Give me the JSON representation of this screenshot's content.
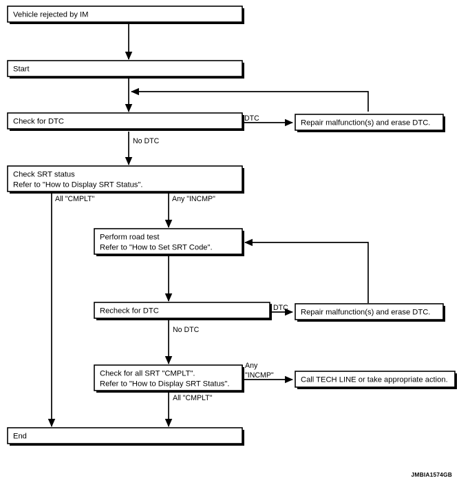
{
  "figure": {
    "id_label": "JMBIA1574GB",
    "background_color": "#ffffff",
    "line_color": "#000000"
  },
  "nodes": {
    "vehicle_rejected": {
      "line1": "Vehicle rejected by IM"
    },
    "start": {
      "line1": "Start"
    },
    "check_dtc": {
      "line1": "Check for DTC"
    },
    "repair_1": {
      "line1": "Repair malfunction(s) and erase DTC."
    },
    "check_srt_status": {
      "line1": "Check SRT status",
      "line2": "Refer to \"How to Display SRT Status\"."
    },
    "perform_road_test": {
      "line1": "Perform road test",
      "line2": "Refer to \"How to Set SRT Code\"."
    },
    "recheck_dtc": {
      "line1": "Recheck for DTC"
    },
    "repair_2": {
      "line1": "Repair malfunction(s) and erase DTC."
    },
    "check_all_srt": {
      "line1": "Check for all SRT \"CMPLT\".",
      "line2": "Refer to \"How to Display SRT Status\"."
    },
    "call_tech_line": {
      "line1": "Call TECH LINE or take appropriate action."
    },
    "end": {
      "line1": "End"
    }
  },
  "edge_labels": {
    "dtc_top": "DTC",
    "no_dtc_top": "No DTC",
    "all_cmplt_top": "All \"CMPLT\"",
    "any_incmp_top": "Any \"INCMP\"",
    "dtc_mid": "DTC",
    "no_dtc_mid": "No DTC",
    "any_incmp_bottom_l1": "Any",
    "any_incmp_bottom_l2": "\"INCMP\"",
    "all_cmplt_bottom": "All \"CMPLT\""
  }
}
